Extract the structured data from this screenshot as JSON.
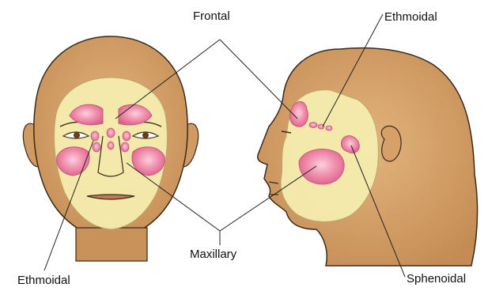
{
  "labels": {
    "frontal": "Frontal",
    "ethmoidal_top": "Ethmoidal",
    "maxillary": "Maxillary",
    "ethmoidal_bottom": "Ethmoidal",
    "sphenoidal": "Sphenoidal"
  },
  "colors": {
    "skin": "#d9a56d",
    "skin_shadow": "#b9824a",
    "skull_fill": "#f5edae",
    "sinus_fill": "#f07fa3",
    "sinus_light": "#f9b9ce",
    "sinus_edge": "#c8587f",
    "outline": "#3a2a1a",
    "leader_line": "#222222"
  }
}
